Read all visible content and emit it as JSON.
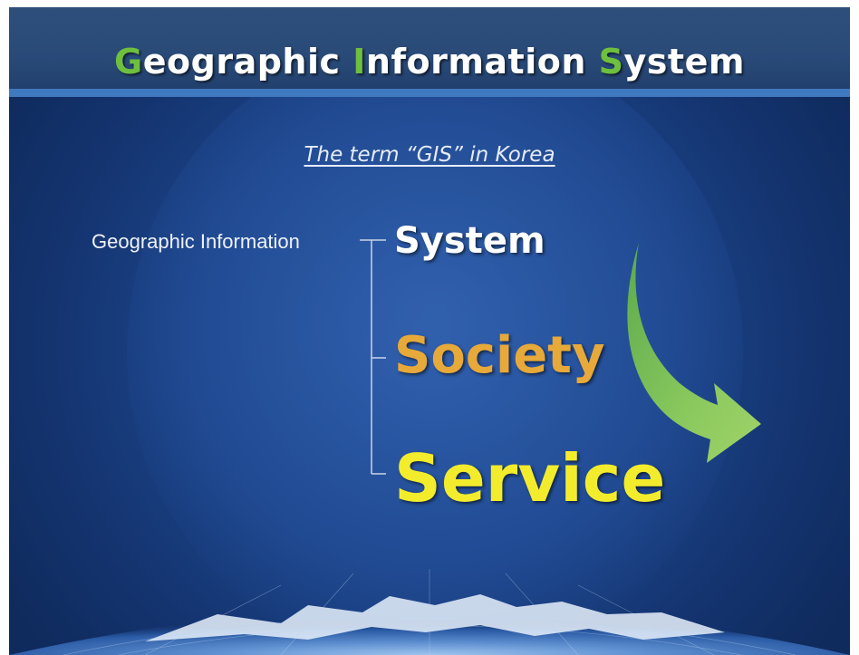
{
  "title": {
    "initial_g": "G",
    "rest_g": "eographic ",
    "initial_i": "I",
    "rest_i": "nformation ",
    "initial_s": "S",
    "rest_s": "ystem"
  },
  "subtitle": "The term “GIS”  in Korea",
  "geo_label": "Geographic Information",
  "terms": {
    "system": "System",
    "society": "Society",
    "service": "Service"
  },
  "colors": {
    "title_initials": "#6fbf3e",
    "system": "#ffffff",
    "society": "#e7a93a",
    "service": "#f3ec2c",
    "arrow": "#8fcf5a"
  }
}
